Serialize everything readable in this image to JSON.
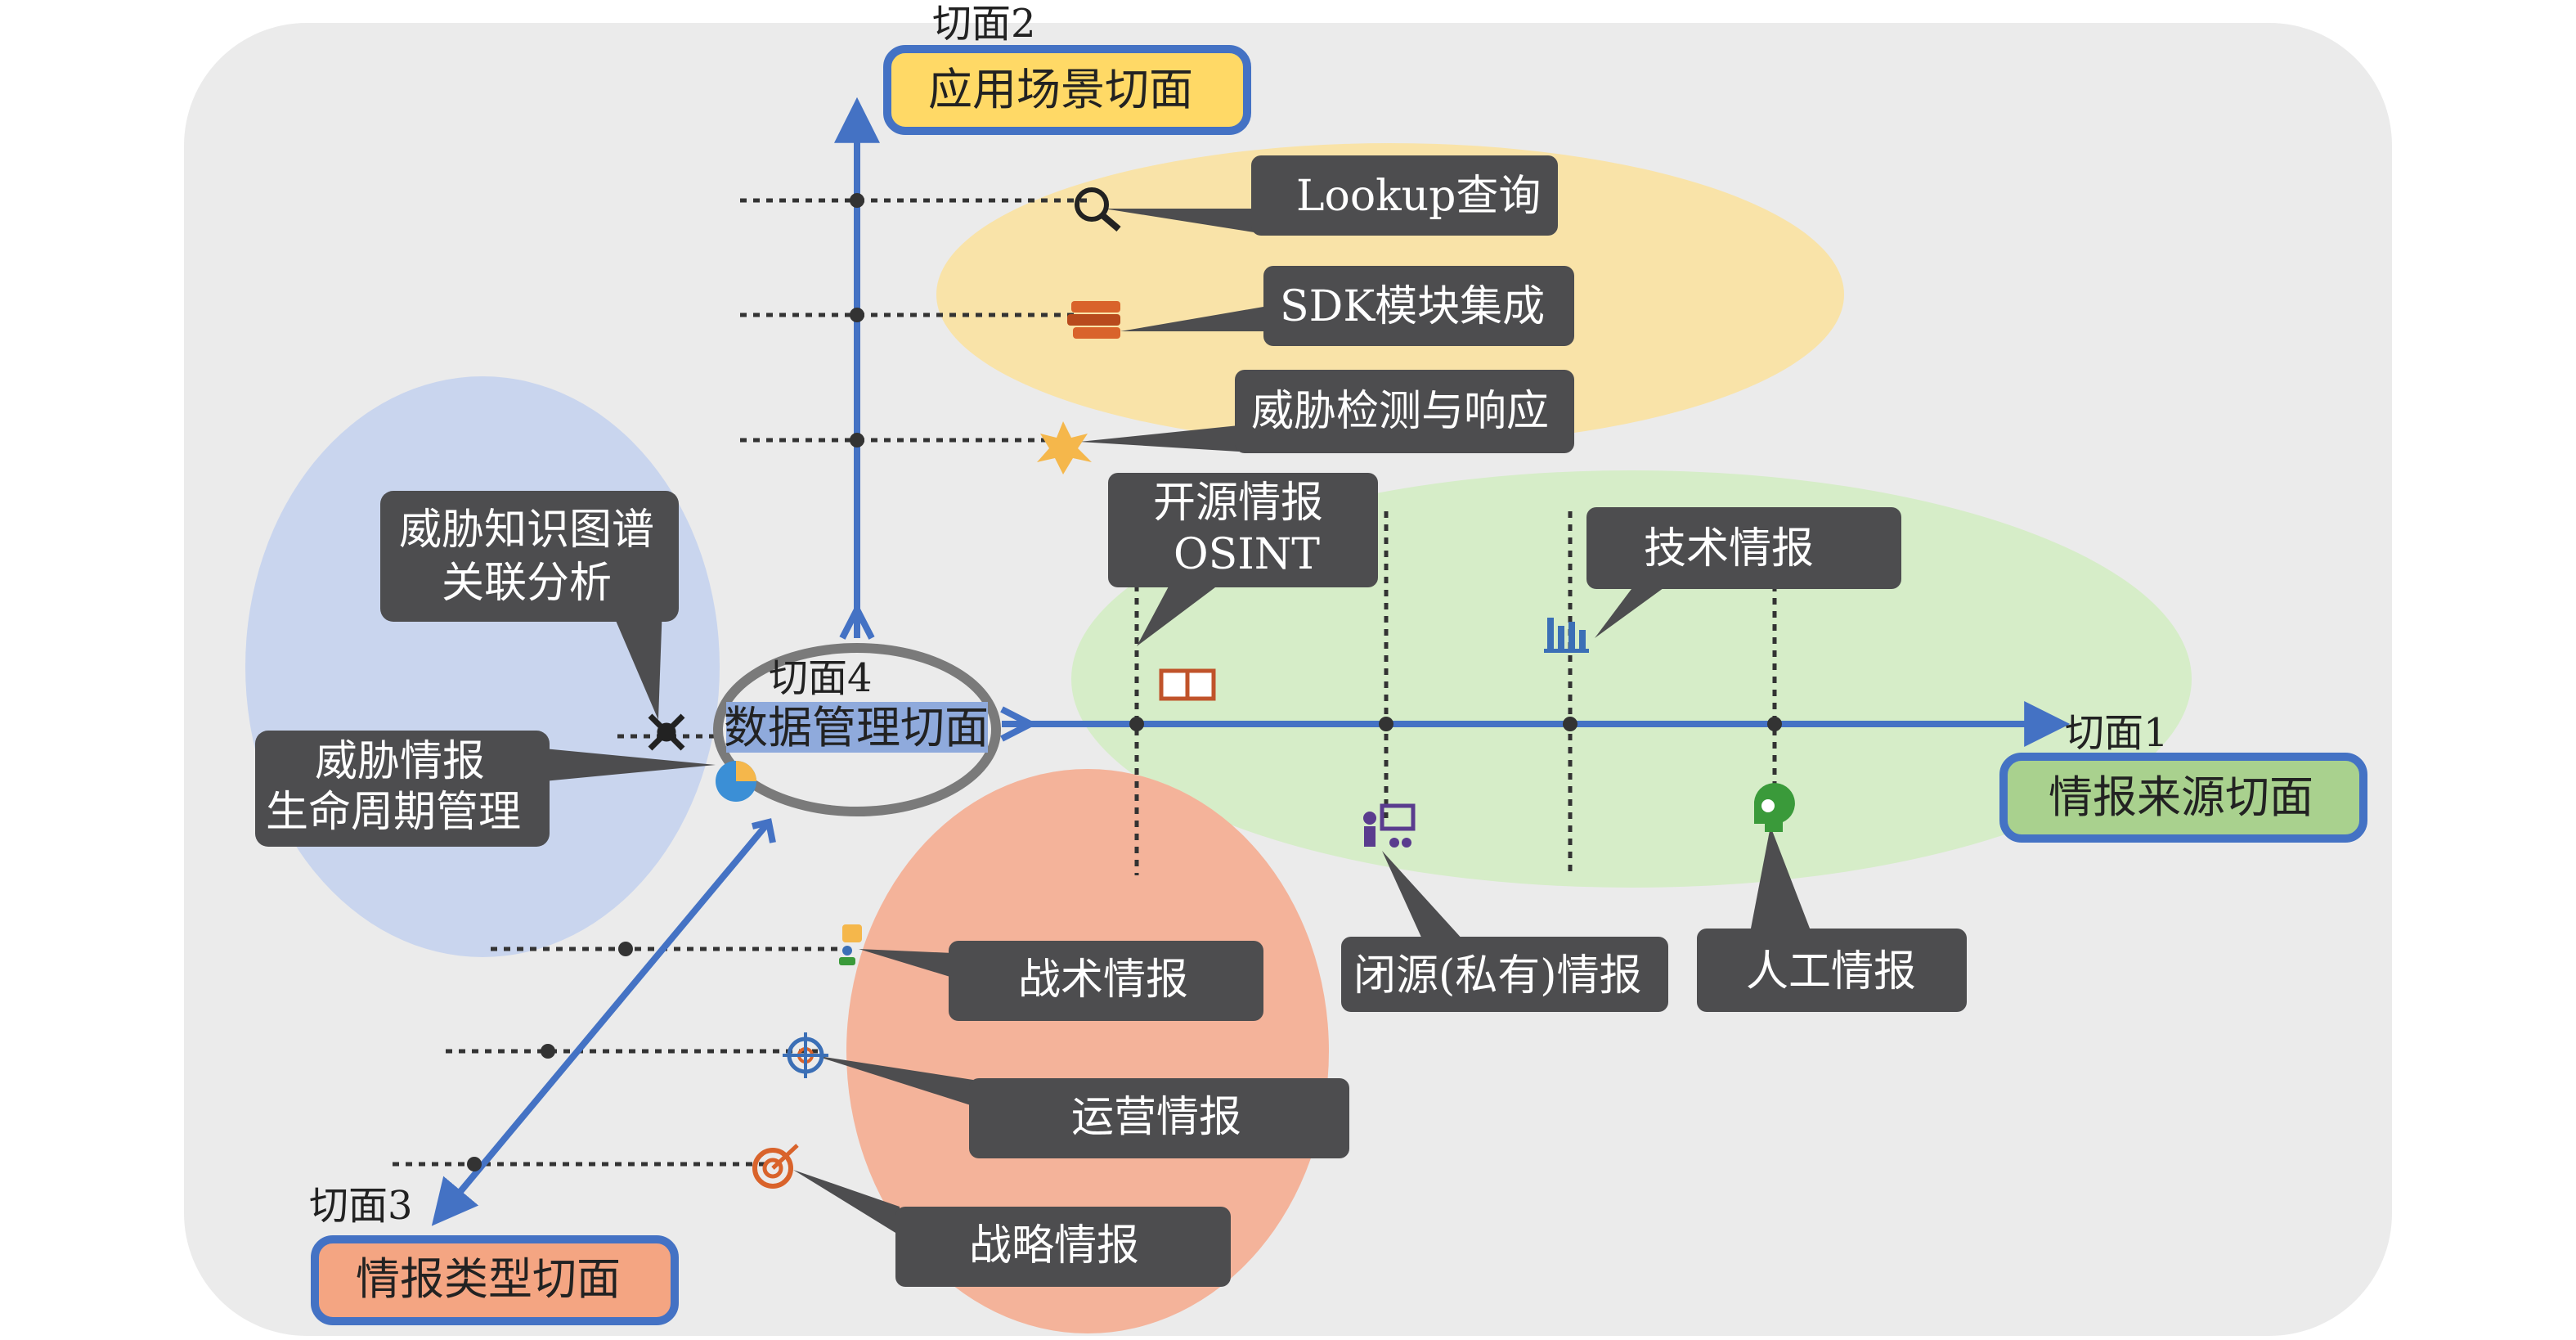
{
  "axes": {
    "axis1": {
      "tag": "切面1",
      "title": "情报来源切面",
      "fill": "#a9d18e",
      "border": "#4472c4"
    },
    "axis2": {
      "tag": "切面2",
      "title": "应用场景切面",
      "fill": "#ffd966",
      "border": "#4472c4"
    },
    "axis3": {
      "tag": "切面3",
      "title": "情报类型切面",
      "fill": "#f4a582",
      "border": "#4472c4"
    },
    "axis4": {
      "tag": "切面4",
      "title": "数据管理切面",
      "fill": "#8faadc",
      "border": "#4472c4"
    }
  },
  "application_scenarios": [
    {
      "label": "Lookup查询",
      "icon": "magnifier-icon"
    },
    {
      "label": "SDK模块集成",
      "icon": "stacked-books-icon"
    },
    {
      "label": "威胁检测与响应",
      "icon": "star-burst-icon"
    }
  ],
  "intelligence_sources": [
    {
      "line1": "开源情报",
      "line2": "OSINT",
      "icon": "open-book-icon"
    },
    {
      "label": "闭源(私有)情报",
      "icon": "presentation-icon"
    },
    {
      "label": "技术情报",
      "icon": "bar-chart-icon"
    },
    {
      "label": "人工情报",
      "icon": "head-gears-icon"
    }
  ],
  "intelligence_types": [
    {
      "label": "战术情报",
      "icon": "person-pin-icon"
    },
    {
      "label": "运营情报",
      "icon": "crosshair-icon"
    },
    {
      "label": "战略情报",
      "icon": "target-arrow-icon"
    }
  ],
  "data_management": [
    {
      "line1": "威胁知识图谱",
      "line2": "关联分析",
      "icon": "graph-nodes-icon"
    },
    {
      "line1": "威胁情报",
      "line2": "生命周期管理",
      "icon": "pie-chart-icon"
    }
  ],
  "colors": {
    "background": "#ebebeb",
    "axis_line": "#4472c4",
    "callout": "#4d4d4f",
    "zone_application": "#f9e3a8",
    "zone_source": "#d6edc8",
    "zone_type": "#f4b39a",
    "zone_management": "#c9d5ee"
  }
}
